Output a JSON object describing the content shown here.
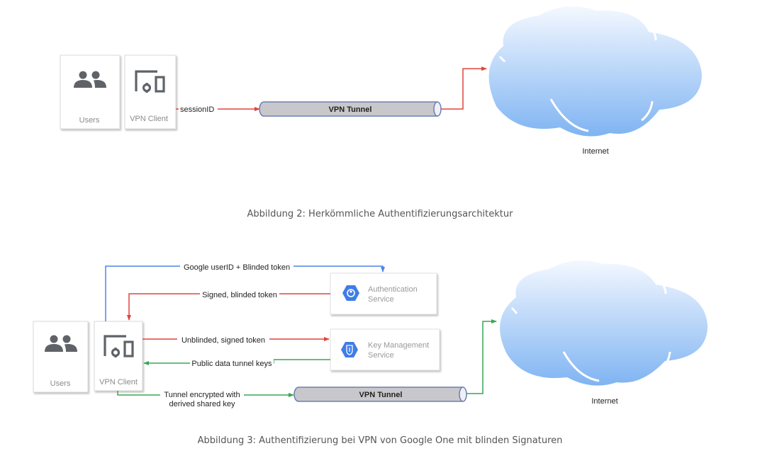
{
  "colors": {
    "red": "#e0443c",
    "blue": "#4a86e8",
    "green": "#3aa655",
    "icon_gray": "#5f6368",
    "hex_blue": "#3f7de8",
    "tunnel_fill": "#c8c8cc",
    "tunnel_stroke": "#6d7fb0"
  },
  "figure2": {
    "users_label": "Users",
    "vpn_client_label": "VPN Client",
    "session_label": "sessionID",
    "tunnel_label": "VPN Tunnel",
    "internet_label": "Internet",
    "caption": "Abbildung 2: Herkömmliche Authentifizierungsarchitektur"
  },
  "figure3": {
    "users_label": "Users",
    "vpn_client_label": "VPN Client",
    "auth_service": {
      "line1": "Authentication",
      "line2": "Service"
    },
    "kms_service": {
      "line1": "Key Management",
      "line2": "Service"
    },
    "arrows": {
      "userid_blinded": "Google userID + Blinded token",
      "signed_blinded": "Signed, blinded token",
      "unblinded_signed": "Unblinded, signed token",
      "public_keys": "Public data tunnel keys",
      "tunnel_encrypted_1": "Tunnel encrypted with",
      "tunnel_encrypted_2": "derived shared key"
    },
    "tunnel_label": "VPN Tunnel",
    "internet_label": "Internet",
    "caption": "Abbildung 3: Authentifizierung bei VPN von Google One mit blinden Signaturen"
  }
}
